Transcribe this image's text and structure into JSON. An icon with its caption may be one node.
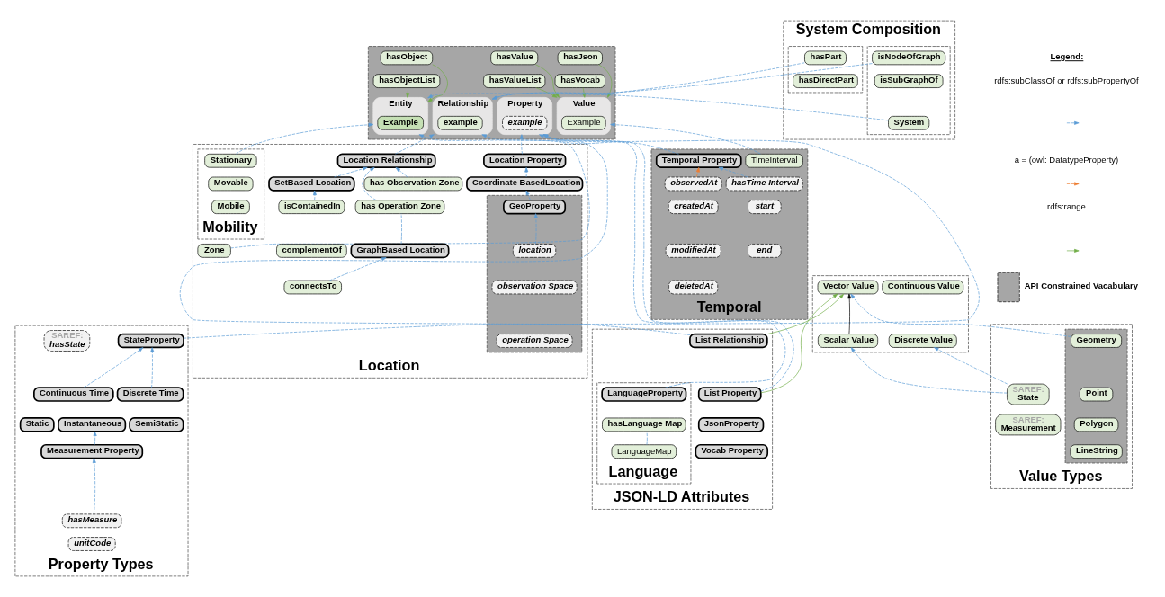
{
  "diagram": {
    "nodes": [
      {
        "text": [],
        "shape": "box"
      },
      {
        "text": [
          "hasObject"
        ],
        "in": 0
      },
      {
        "text": [
          "hasObjectList"
        ],
        "in": 0
      },
      {
        "text": [
          "hasValue"
        ],
        "in": 0
      },
      {
        "text": [
          "hasJson"
        ],
        "in": 0
      },
      {
        "text": [
          "hasValueList"
        ],
        "in": 0
      },
      {
        "text": [
          "hasVocab"
        ],
        "in": 0
      },
      {
        "text": [
          "Entity"
        ],
        "in": 0
      },
      {
        "text": [
          "Example"
        ],
        "in": 7
      },
      {
        "text": [
          "Relationship"
        ],
        "in": 0
      },
      {
        "text": [
          "example"
        ],
        "in": 9
      },
      {
        "text": [
          "Property"
        ],
        "in": 0
      },
      {
        "text": [
          "example"
        ],
        "in": 11
      },
      {
        "text": [
          "Value"
        ],
        "in": 0
      },
      {
        "text": [
          "Example"
        ],
        "in": 13
      },
      {
        "text": [
          "System Composition"
        ]
      },
      {
        "text": [],
        "shape": "box",
        "in": 15
      },
      {
        "text": [
          "isNodeOfGraph"
        ],
        "in": 16
      },
      {
        "text": [
          "isSubGraphOf"
        ],
        "in": 16
      },
      {
        "text": [
          "System"
        ],
        "in": 16
      },
      {
        "text": [],
        "shape": "box",
        "in": 15
      },
      {
        "text": [
          "hasPart"
        ],
        "in": 20
      },
      {
        "text": [
          "hasDirectPart"
        ],
        "in": 20
      },
      {
        "text": [
          "Location"
        ]
      },
      {
        "text": [
          "Mobility"
        ],
        "in": 23
      },
      {
        "text": [
          "Stationary"
        ],
        "in": 24
      },
      {
        "text": [
          "Movable"
        ],
        "in": 24
      },
      {
        "text": [
          "Mobile"
        ],
        "in": 24
      },
      {
        "text": [
          "Location Relationship"
        ],
        "in": 23
      },
      {
        "text": [
          "Zone"
        ],
        "in": 23
      },
      {
        "text": [
          "Location Property"
        ],
        "in": 23
      },
      {
        "text": [
          "has Observation Zone"
        ],
        "in": 23
      },
      {
        "text": [
          "has Operation Zone"
        ],
        "in": 23
      },
      {
        "text": [
          "Coordinate BasedLocation"
        ],
        "in": 23
      },
      {
        "text": [],
        "shape": "box",
        "in": 23
      },
      {
        "text": [
          "GeoProperty"
        ],
        "in": 34
      },
      {
        "text": [
          "location"
        ],
        "in": 34
      },
      {
        "text": [
          "observation Space"
        ],
        "in": 34
      },
      {
        "text": [
          "operation Space"
        ],
        "in": 34
      },
      {
        "text": [
          "SetBased Location"
        ],
        "in": 23
      },
      {
        "text": [
          "GraphBased Location"
        ],
        "in": 23
      },
      {
        "text": [
          "isContainedIn"
        ],
        "in": 23
      },
      {
        "text": [
          "complementOf"
        ],
        "in": 23
      },
      {
        "text": [
          "connectsTo"
        ],
        "in": 23
      },
      {
        "text": [
          "Temporal"
        ]
      },
      {
        "text": [
          "TimeInterval"
        ],
        "in": 44
      },
      {
        "text": [
          "Temporal Property"
        ],
        "in": 44
      },
      {
        "text": [
          "observedAt"
        ],
        "in": 44
      },
      {
        "text": [
          "createdAt"
        ],
        "in": 44
      },
      {
        "text": [
          "modifiedAt"
        ],
        "in": 44
      },
      {
        "text": [
          "deletedAt"
        ],
        "in": 44
      },
      {
        "text": [
          "hasTime Interval"
        ],
        "in": 44
      },
      {
        "text": [
          "start"
        ],
        "in": 44
      },
      {
        "text": [
          "end"
        ],
        "in": 44
      },
      {
        "text": [
          "Property Types"
        ]
      },
      {
        "text": [
          "StateProperty"
        ],
        "in": 54
      },
      {
        "text": [
          "SAREF:",
          "hasState"
        ],
        "in": 54
      },
      {
        "text": [
          "Continuous Time"
        ],
        "in": 54
      },
      {
        "text": [
          "Discrete Time"
        ],
        "in": 54
      },
      {
        "text": [
          "Static"
        ],
        "in": 54
      },
      {
        "text": [
          "Instantaneous"
        ],
        "in": 54
      },
      {
        "text": [
          "SemiStatic"
        ],
        "in": 54
      },
      {
        "text": [
          "Measurement Property"
        ],
        "in": 54
      },
      {
        "text": [
          "hasMeasure"
        ],
        "in": 54
      },
      {
        "text": [
          "unitCode"
        ],
        "in": 54
      },
      {
        "text": [
          "JSON-LD Attributes"
        ]
      },
      {
        "text": [
          "Language"
        ],
        "in": 65
      },
      {
        "text": [
          "LanguageProperty"
        ],
        "in": 66
      },
      {
        "text": [
          "hasLanguage Map"
        ],
        "in": 66
      },
      {
        "text": [
          "LanguageMap"
        ],
        "in": 66
      },
      {
        "text": [
          "List Relationship"
        ],
        "in": 65
      },
      {
        "text": [
          "List Property"
        ],
        "in": 65
      },
      {
        "text": [
          "JsonProperty"
        ],
        "in": 65
      },
      {
        "text": [
          "Vocab Property"
        ],
        "in": 65
      },
      {
        "text": [],
        "shape": "box"
      },
      {
        "text": [
          "Vector Value"
        ],
        "in": 74
      },
      {
        "text": [
          "Continuous Value"
        ],
        "in": 74
      },
      {
        "text": [
          "Scalar Value"
        ],
        "in": 74
      },
      {
        "text": [
          "Discrete Value"
        ],
        "in": 74
      },
      {
        "text": [
          "Value Types"
        ]
      },
      {
        "text": [],
        "shape": "box",
        "in": 79
      },
      {
        "text": [
          "Geometry"
        ],
        "in": 80
      },
      {
        "text": [
          "Point"
        ],
        "in": 80
      },
      {
        "text": [
          "Polygon"
        ],
        "in": 80
      },
      {
        "text": [
          "LineString"
        ],
        "in": 80
      },
      {
        "text": [
          "SAREF:",
          "State"
        ],
        "in": 79
      },
      {
        "text": [
          "SAREF:",
          "Measurement"
        ],
        "in": 79
      }
    ],
    "edges": [
      {
        "from": 1,
        "to": 7,
        "arrow": "to",
        "color": "#70ad47"
      },
      {
        "from": 2,
        "to": 7,
        "arrow": "to",
        "color": "#70ad47"
      },
      {
        "from": 3,
        "to": 13,
        "arrow": "to",
        "color": "#70ad47"
      },
      {
        "from": 5,
        "to": 13,
        "arrow": "to",
        "color": "#70ad47"
      },
      {
        "from": 4,
        "to": 13,
        "arrow": "to",
        "color": "#70ad47"
      },
      {
        "from": 6,
        "to": 13,
        "arrow": "to",
        "color": "#70ad47"
      },
      {
        "from": 17,
        "to": 9,
        "arrow": "to",
        "style": "dashed"
      },
      {
        "from": 21,
        "to": 9,
        "arrow": "to",
        "style": "dashed"
      },
      {
        "from": 19,
        "to": 7,
        "arrow": "to",
        "style": "dashed"
      },
      {
        "from": 25,
        "to": 7,
        "arrow": "to",
        "style": "dashed"
      },
      {
        "from": 28,
        "to": 9,
        "arrow": "to",
        "style": "dashed"
      },
      {
        "from": 29,
        "to": 7,
        "arrow": "to",
        "style": "dashed"
      },
      {
        "from": 30,
        "to": 11,
        "arrow": "to",
        "style": "dashed"
      },
      {
        "from": 45,
        "to": 13,
        "arrow": "to",
        "style": "dashed"
      },
      {
        "from": 46,
        "to": 11,
        "arrow": "to",
        "style": "dashed"
      },
      {
        "from": 55,
        "to": 11,
        "arrow": "to",
        "style": "dashed"
      },
      {
        "from": 70,
        "to": 9,
        "arrow": "to",
        "style": "dashed"
      },
      {
        "from": 71,
        "to": 11,
        "arrow": "to",
        "style": "dashed"
      },
      {
        "from": 67,
        "to": 11,
        "arrow": "to",
        "style": "dashed"
      },
      {
        "from": 31,
        "to": 28,
        "arrow": "to",
        "style": "dashed"
      },
      {
        "from": 32,
        "to": 28,
        "arrow": "to",
        "style": "dashed"
      },
      {
        "from": 39,
        "to": 28,
        "arrow": "to",
        "style": "dashed"
      },
      {
        "from": 40,
        "to": 32,
        "arrow": "none",
        "style": "dashed"
      },
      {
        "from": 33,
        "to": 30,
        "arrow": "to",
        "style": "dashed"
      },
      {
        "from": 35,
        "to": 33,
        "arrow": "to",
        "style": "dashed"
      },
      {
        "from": 36,
        "to": 35,
        "arrow": "to",
        "style": "dashed"
      },
      {
        "from": 41,
        "to": 39,
        "arrow": "to",
        "style": "dashed"
      },
      {
        "from": 43,
        "to": 40,
        "arrow": "to",
        "style": "dashed"
      },
      {
        "from": 47,
        "to": 46,
        "arrow": "to",
        "style": "dashed",
        "color": "#ed7d31"
      },
      {
        "from": 51,
        "to": 46,
        "arrow": "to",
        "style": "dashed"
      },
      {
        "from": 57,
        "to": 55,
        "arrow": "to",
        "style": "dashed"
      },
      {
        "from": 58,
        "to": 55,
        "arrow": "to",
        "style": "dashed"
      },
      {
        "from": 62,
        "to": 60,
        "arrow": "to",
        "style": "dashed"
      },
      {
        "from": 63,
        "to": 62,
        "arrow": "to",
        "style": "dashed"
      },
      {
        "from": 69,
        "to": 68,
        "arrow": "none",
        "style": "dashed"
      },
      {
        "from": 70,
        "to": 75,
        "arrow": "to",
        "color": "#70ad47"
      },
      {
        "from": 71,
        "to": 75,
        "arrow": "to",
        "color": "#70ad47"
      },
      {
        "from": 77,
        "to": 75,
        "arrow": "to",
        "color": "#000000"
      },
      {
        "from": 81,
        "to": 75,
        "arrow": "to",
        "style": "dashed"
      },
      {
        "from": 85,
        "to": 77,
        "arrow": "to",
        "style": "dashed"
      },
      {
        "from": 85,
        "to": 78,
        "arrow": "to",
        "style": "dashed"
      }
    ],
    "labels": [
      "Legend:"
    ],
    "legend": [
      {
        "text": "rdfs:subClassOf or rdfs:subPropertyOf"
      },
      {
        "text": "a = (owl: DatatypeProperty)"
      },
      {
        "text": "rdfs:range"
      },
      {
        "text": "API Constrained Vacabulary",
        "color": "#a6a6a6"
      }
    ]
  }
}
